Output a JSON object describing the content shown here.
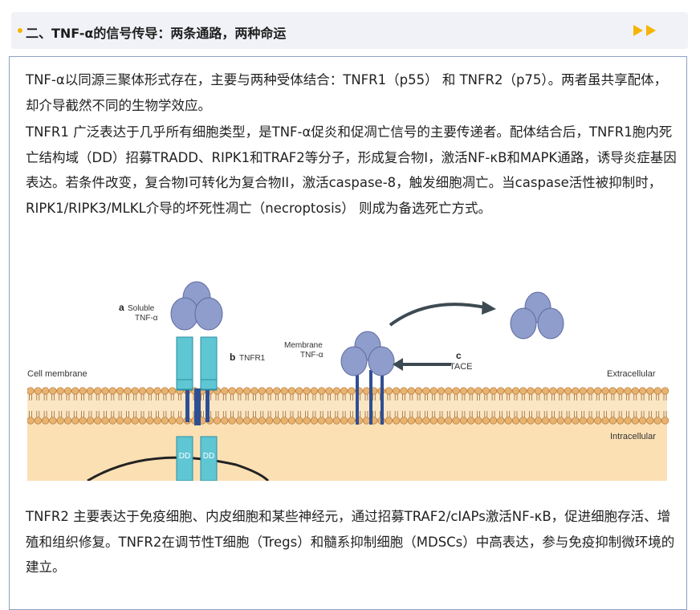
{
  "header": {
    "title": "二、TNF-α的信号传导：两条通路，两种命运",
    "bullet_color": "#f5b400",
    "arrow_icon": "double-play-arrow-icon"
  },
  "body": {
    "para1": "TNF-α以同源三聚体形式存在，主要与两种受体结合：TNFR1（p55） 和 TNFR2（p75）。两者虽共享配体，却介导截然不同的生物学效应。",
    "para2": "TNFR1 广泛表达于几乎所有细胞类型，是TNF-α促炎和促凋亡信号的主要传递者。配体结合后，TNFR1胞内死亡结构域（DD）招募TRADD、RIPK1和TRAF2等分子，形成复合物I，激活NF-κB和MAPK通路，诱导炎症基因表达。若条件改变，复合物I可转化为复合物II，激活caspase-8，触发细胞凋亡。当caspase活性被抑制时，RIPK1/RIPK3/MLKL介导的坏死性凋亡（necroptosis） 则成为备选死亡方式。",
    "para3": "TNFR2 主要表达于免疫细胞、内皮细胞和某些神经元，通过招募TRAF2/cIAPs激活NF-κB，促进细胞存活、增殖和组织修复。TNFR2在调节性T细胞（Tregs）和髓系抑制细胞（MDSCs）中高表达，参与免疫抑制微环境的建立。"
  },
  "figure": {
    "label_a": "a",
    "label_soluble_1": "Soluble",
    "label_soluble_2": "TNF-α",
    "label_b": "b",
    "label_tnfr1": "TNFR1",
    "label_membrane_1": "Membrane",
    "label_membrane_2": "TNF-α",
    "label_c": "c",
    "label_tace": "TACE",
    "label_cell_membrane": "Cell membrane",
    "label_extracellular": "Extracellular",
    "label_intracellular": "Intracellular",
    "label_dd_left": "DD",
    "label_dd_right": "DD",
    "colors": {
      "trimer": "#8f9dcc",
      "receptor": "#5fc6d4",
      "stalk": "#2e4f94",
      "lipid_head": "#e8b270",
      "cytoplasm": "#fbe0b4",
      "arrow": "#3d4a52"
    }
  }
}
